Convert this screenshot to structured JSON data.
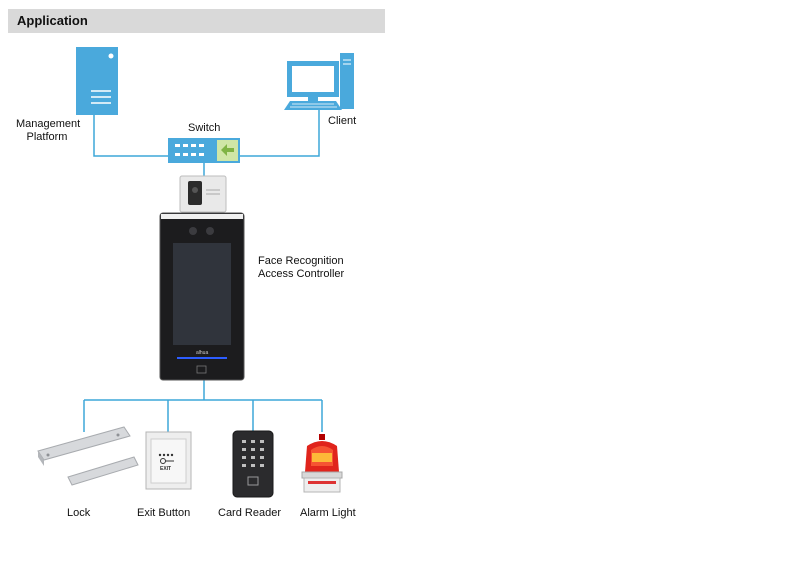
{
  "header": {
    "title": "Application"
  },
  "nodes": {
    "management_platform": {
      "line1": "Management",
      "line2": "Platform"
    },
    "switch": {
      "label": "Switch"
    },
    "client": {
      "label": "Client"
    },
    "controller": {
      "line1": "Face Recognition",
      "line2": "Access Controller"
    },
    "lock": {
      "label": "Lock"
    },
    "exit_button": {
      "label": "Exit Button",
      "plate_text": "EXIT"
    },
    "card_reader": {
      "label": "Card Reader"
    },
    "alarm_light": {
      "label": "Alarm Light"
    }
  },
  "colors": {
    "connector": "#3da7d8",
    "device_blue": "#4aa9dc",
    "header_bg": "#d9d9d9"
  }
}
